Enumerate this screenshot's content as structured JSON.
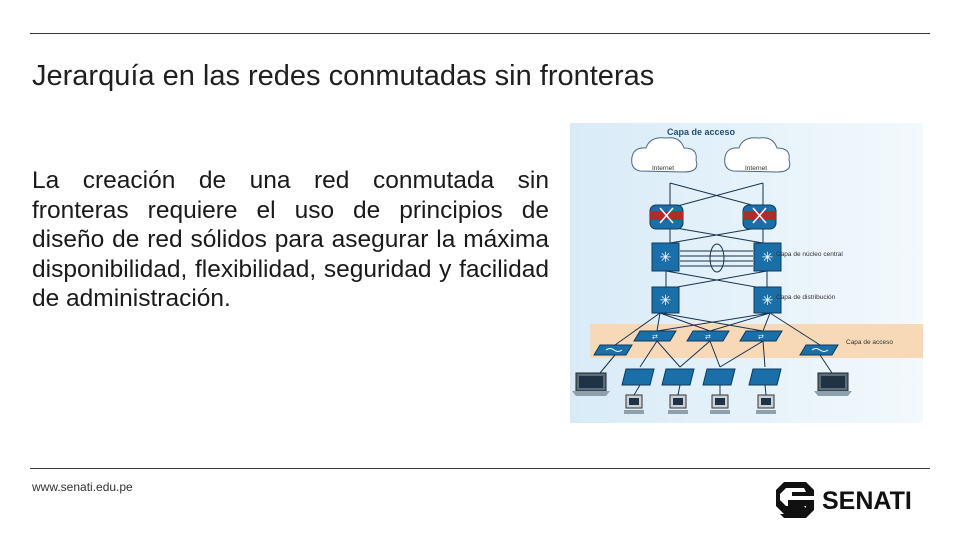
{
  "slide": {
    "title": "Jerarquía en las redes conmutadas sin fronteras",
    "body": "La creación de una red conmutada sin fronteras requiere el uso de principios de diseño de red sólidos para asegurar la máxima disponibilidad, flexibilidad, seguridad y facilidad de administración."
  },
  "diagram": {
    "heading": "Capa de acceso",
    "cloud_labels": [
      "Internet",
      "Internet"
    ],
    "core_label": "Capa de núcleo central",
    "distribution_label": "Capa de distribución",
    "access_label": "Capa de acceso",
    "colors": {
      "background": "#e6f2fa",
      "access_band": "#f7d9b8",
      "device": "#1b6fa8",
      "router": "#b22a2a"
    }
  },
  "footer": {
    "url": "www.senati.edu.pe",
    "logo_text": "SENATI"
  }
}
